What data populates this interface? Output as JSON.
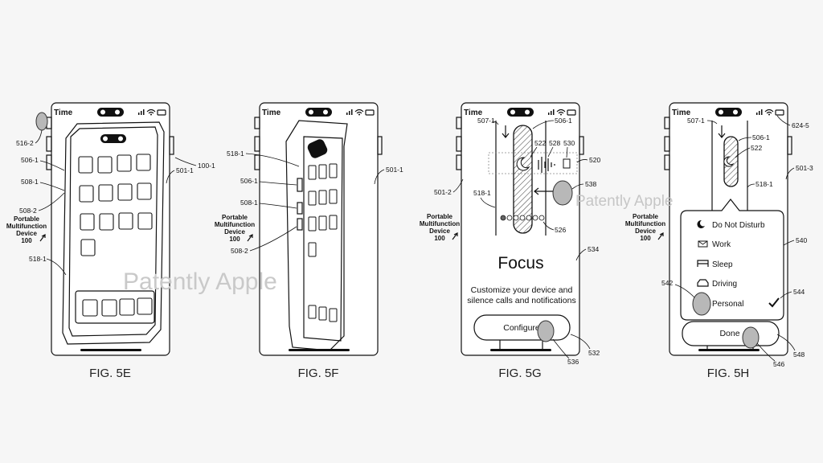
{
  "watermark": {
    "text_1": "Patently Apple",
    "text_2": "Patently Apple"
  },
  "figures": {
    "fig_5e": {
      "caption": "FIG. 5E",
      "status_time": "Time",
      "device_label": [
        "Portable",
        "Multifunction",
        "Device",
        "100"
      ],
      "refs": {
        "r516_2": "516-2",
        "r506_1": "506-1",
        "r508_1": "508-1",
        "r508_2": "508-2",
        "r518_1": "518-1",
        "r501_1": "501-1",
        "r100_1": "100-1"
      }
    },
    "fig_5f": {
      "caption": "FIG. 5F",
      "status_time": "Time",
      "device_label": [
        "Portable",
        "Multifunction",
        "Device",
        "100"
      ],
      "refs": {
        "r518_1": "518-1",
        "r506_1": "506-1",
        "r508_1": "508-1",
        "r508_2": "508-2",
        "r501_1": "501-1"
      }
    },
    "fig_5g": {
      "caption": "FIG. 5G",
      "status_time": "Time",
      "device_label": [
        "Portable",
        "Multifunction",
        "Device",
        "100"
      ],
      "title": "Focus",
      "description_line_1": "Customize your device and",
      "description_line_2": "silence calls and notifications",
      "configure_button": "Configure",
      "refs": {
        "r507_1": "507-1",
        "r506_1": "506-1",
        "r522": "522",
        "r528": "528",
        "r530": "530",
        "r520": "520",
        "r538": "538",
        "r501_2": "501-2",
        "r518_1": "518-1",
        "r526": "526",
        "r534": "534",
        "r532": "532",
        "r536": "536"
      }
    },
    "fig_5h": {
      "caption": "FIG. 5H",
      "status_time": "Time",
      "device_label": [
        "Portable",
        "Multifunction",
        "Device",
        "100"
      ],
      "menu_items": [
        {
          "label": "Do Not Disturb",
          "icon": "moon-icon"
        },
        {
          "label": "Work",
          "icon": "envelope-icon"
        },
        {
          "label": "Sleep",
          "icon": "bed-icon"
        },
        {
          "label": "Driving",
          "icon": "car-icon"
        },
        {
          "label": "Personal",
          "icon": "person-icon",
          "checked": true
        }
      ],
      "done_button": "Done",
      "refs": {
        "r507_1": "507-1",
        "r624_5": "624-5",
        "r506_1": "506-1",
        "r522": "522",
        "r501_3": "501-3",
        "r518_1": "518-1",
        "r540": "540",
        "r542": "542",
        "r544": "544",
        "r546": "546",
        "r548": "548"
      }
    }
  }
}
